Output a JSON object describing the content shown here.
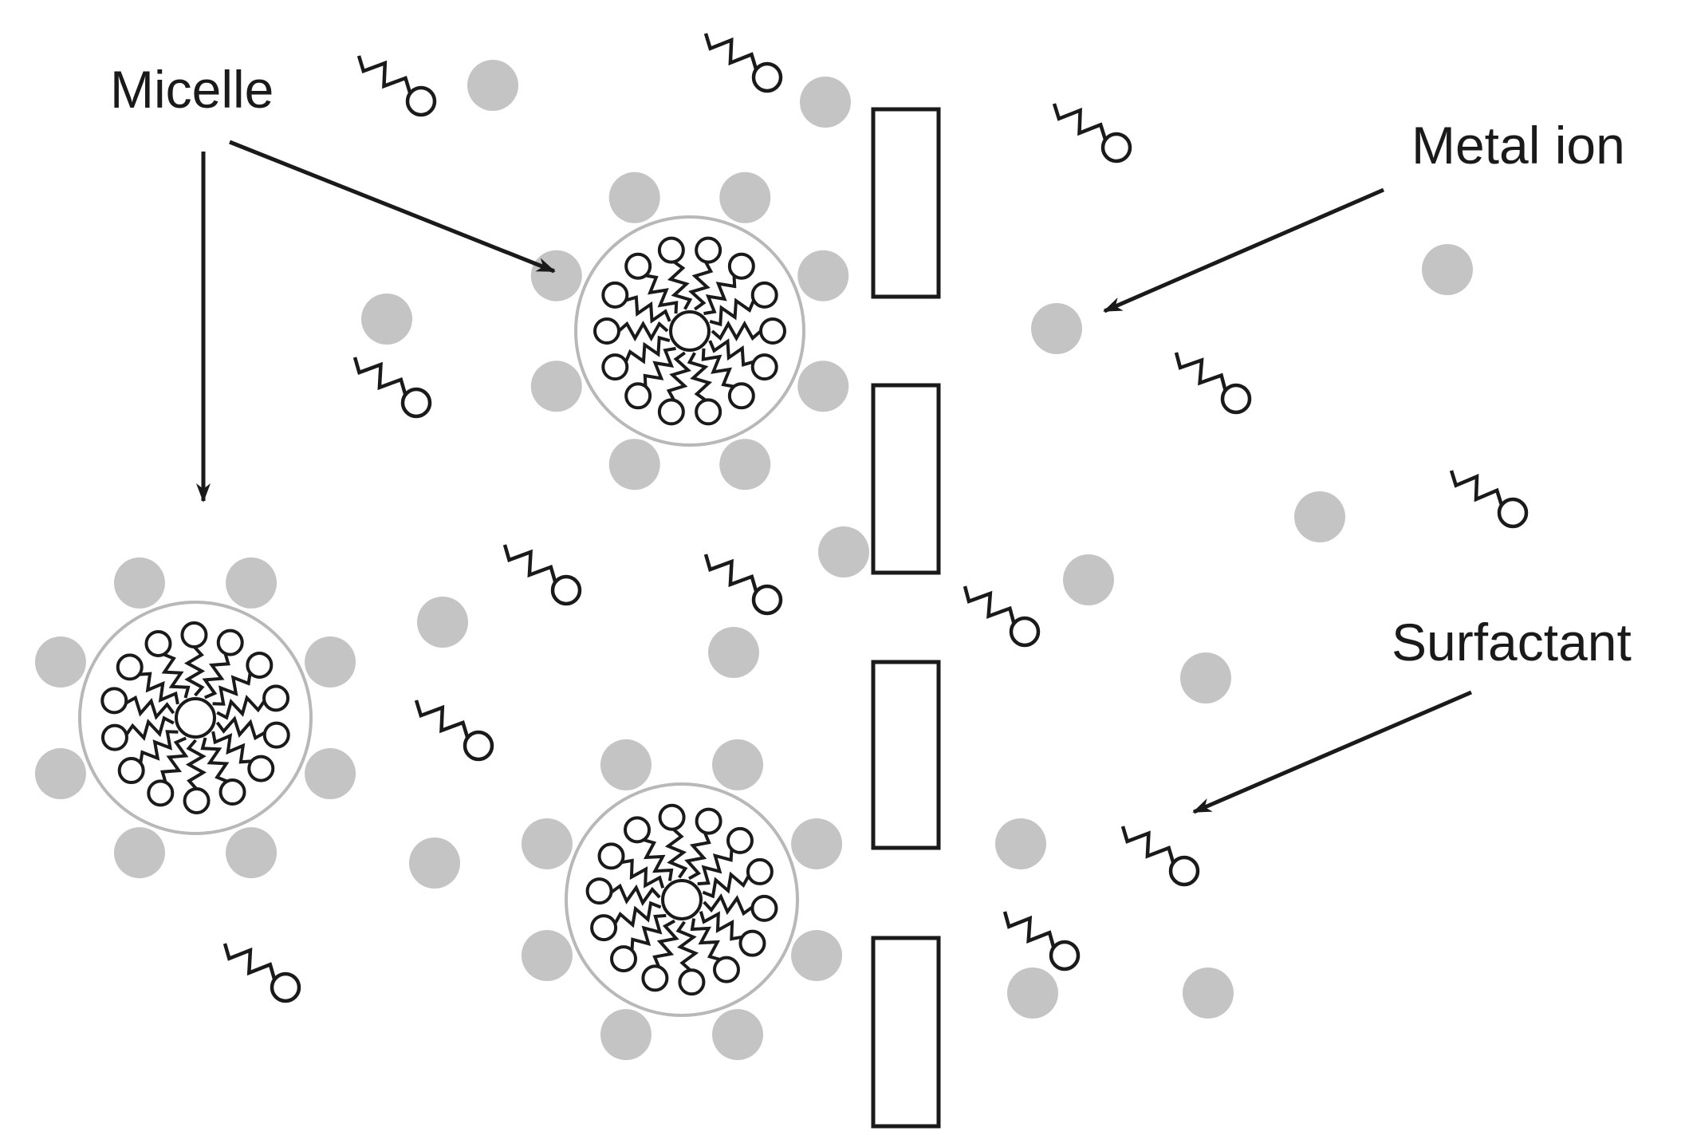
{
  "labels": {
    "micelle": "Micelle",
    "metal_ion": "Metal ion",
    "surfactant": "Surfactant"
  },
  "colors": {
    "ink": "#1a1a1a",
    "metal_ion_fill": "#c4c4c4",
    "micelle_outline": "#b8b8b8",
    "membrane_fill": "#ffffff"
  }
}
